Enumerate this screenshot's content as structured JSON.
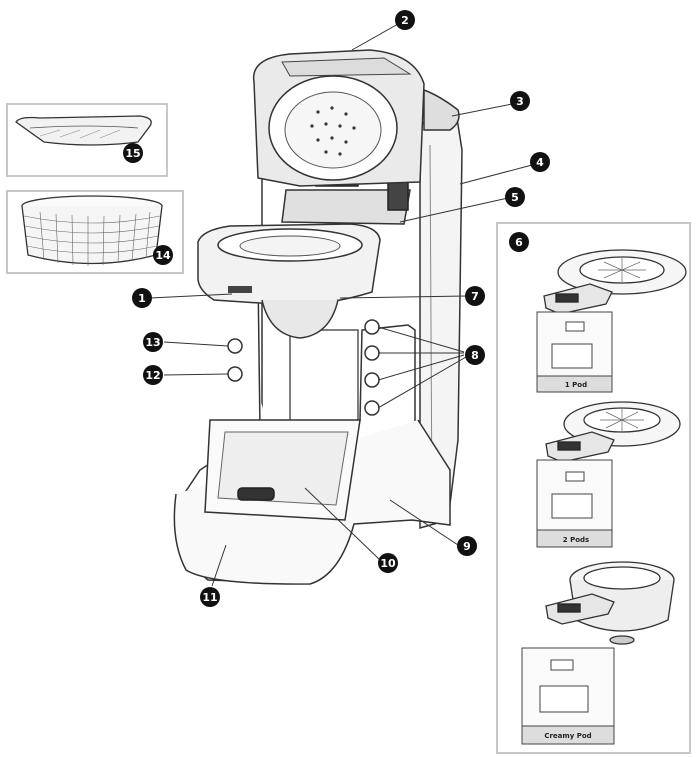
{
  "callouts": {
    "c1": "1",
    "c2": "2",
    "c3": "3",
    "c4": "4",
    "c5": "5",
    "c6": "6",
    "c7": "7",
    "c8": "8",
    "c9": "9",
    "c10": "10",
    "c11": "11",
    "c12": "12",
    "c13": "13",
    "c14": "14",
    "c15": "15"
  },
  "pod_labels": {
    "one": "1 Pod",
    "two": "2 Pods",
    "creamy": "Creamy Pod"
  },
  "colors": {
    "line": "#333333",
    "frame": "#c8c8c8",
    "callout_fill": "#111111"
  }
}
